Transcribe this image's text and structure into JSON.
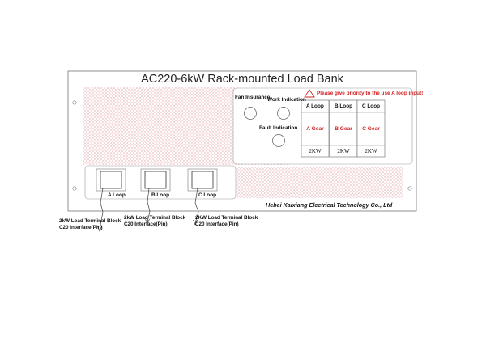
{
  "title": "AC220-6kW Rack-mounted Load Bank",
  "warning": "Please give priority to the use A loop input!",
  "indicators": {
    "fan_insurance": "Fan Insurance",
    "work_indication": "Work Indication",
    "fault_indication": "Fault Indication"
  },
  "loops": [
    {
      "label": "A Loop",
      "gear": "A Gear",
      "power": "2KW"
    },
    {
      "label": "B Loop",
      "gear": "B Gear",
      "power": "2KW"
    },
    {
      "label": "C Loop",
      "gear": "C Gear",
      "power": "2KW"
    }
  ],
  "terminals": [
    {
      "label": "A Loop",
      "note_line1": "2kW Load Terminal Block",
      "note_line2": "C20 Interface(Pin)"
    },
    {
      "label": "B Loop",
      "note_line1": "2kW Load Terminal Block",
      "note_line2": "C20 Interface(Pin)"
    },
    {
      "label": "C Loop",
      "note_line1": "2KW Load Terminal Block",
      "note_line2": "C20 Interface(Pin)"
    }
  ],
  "company": "Hebei Kaixiang Electrical Technology Co., Ltd",
  "colors": {
    "warning_red": "#d21f1f",
    "panel_border": "#777777",
    "hex_pattern": "#e9b7b7"
  }
}
